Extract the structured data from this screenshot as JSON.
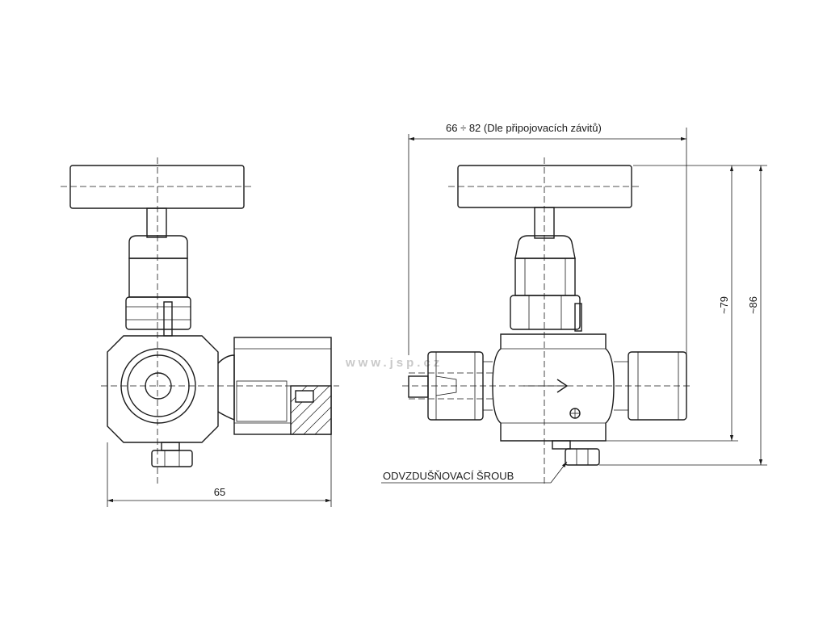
{
  "dimensions": {
    "overall_width": "65",
    "connection_length": "66  ÷ 82 (Dle připojovacích závitů)",
    "height_1": "~79",
    "height_2": "~86"
  },
  "labels": {
    "vent_screw": "ODVZDUŠŇOVACÍ ŠROUB"
  },
  "watermark": "www.jsp.cz",
  "colors": {
    "line": "#1a1a1a",
    "watermark": "#c9c9c9",
    "background": "#ffffff"
  }
}
